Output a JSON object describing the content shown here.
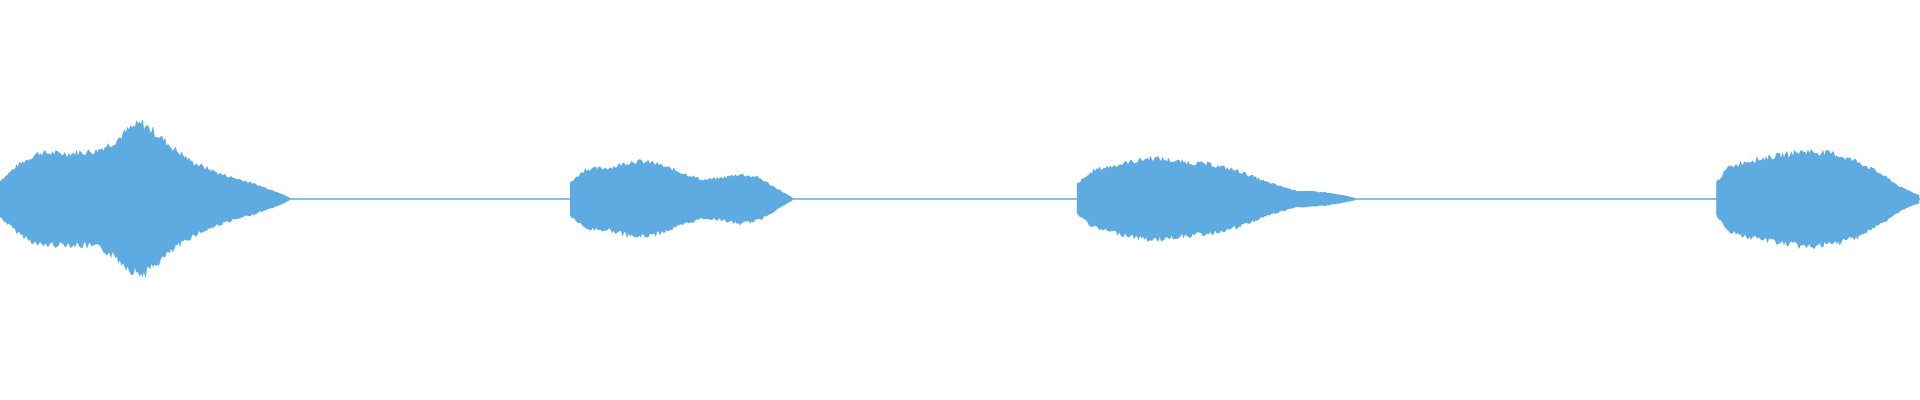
{
  "waveform": {
    "color": "#5dabe1",
    "baseline_color": "#5dabe1",
    "duration_fraction_covered": 1.0,
    "segments": [
      {
        "name": "sound-burst-1",
        "start": 0.0,
        "end": 0.151,
        "envelope": [
          [
            0.0,
            0.22
          ],
          [
            0.01,
            0.42
          ],
          [
            0.02,
            0.56
          ],
          [
            0.035,
            0.55
          ],
          [
            0.05,
            0.58
          ],
          [
            0.06,
            0.7
          ],
          [
            0.068,
            0.86
          ],
          [
            0.074,
            0.92
          ],
          [
            0.08,
            0.82
          ],
          [
            0.09,
            0.62
          ],
          [
            0.1,
            0.45
          ],
          [
            0.115,
            0.3
          ],
          [
            0.13,
            0.2
          ],
          [
            0.145,
            0.08
          ],
          [
            0.151,
            0.01
          ]
        ]
      },
      {
        "name": "sound-burst-2",
        "start": 0.297,
        "end": 0.413,
        "envelope": [
          [
            0.297,
            0.2
          ],
          [
            0.305,
            0.36
          ],
          [
            0.318,
            0.38
          ],
          [
            0.33,
            0.46
          ],
          [
            0.34,
            0.44
          ],
          [
            0.355,
            0.32
          ],
          [
            0.366,
            0.23
          ],
          [
            0.375,
            0.25
          ],
          [
            0.385,
            0.3
          ],
          [
            0.395,
            0.26
          ],
          [
            0.405,
            0.12
          ],
          [
            0.413,
            0.01
          ]
        ]
      },
      {
        "name": "sound-burst-3",
        "start": 0.561,
        "end": 0.706,
        "envelope": [
          [
            0.561,
            0.18
          ],
          [
            0.57,
            0.35
          ],
          [
            0.585,
            0.43
          ],
          [
            0.6,
            0.5
          ],
          [
            0.615,
            0.45
          ],
          [
            0.63,
            0.42
          ],
          [
            0.645,
            0.34
          ],
          [
            0.66,
            0.2
          ],
          [
            0.675,
            0.1
          ],
          [
            0.69,
            0.08
          ],
          [
            0.7,
            0.04
          ],
          [
            0.706,
            0.01
          ]
        ]
      },
      {
        "name": "sound-burst-4",
        "start": 0.894,
        "end": 1.0,
        "envelope": [
          [
            0.894,
            0.2
          ],
          [
            0.9,
            0.38
          ],
          [
            0.91,
            0.46
          ],
          [
            0.925,
            0.52
          ],
          [
            0.94,
            0.58
          ],
          [
            0.955,
            0.55
          ],
          [
            0.968,
            0.45
          ],
          [
            0.98,
            0.3
          ],
          [
            0.99,
            0.14
          ],
          [
            1.0,
            0.04
          ]
        ]
      }
    ]
  }
}
